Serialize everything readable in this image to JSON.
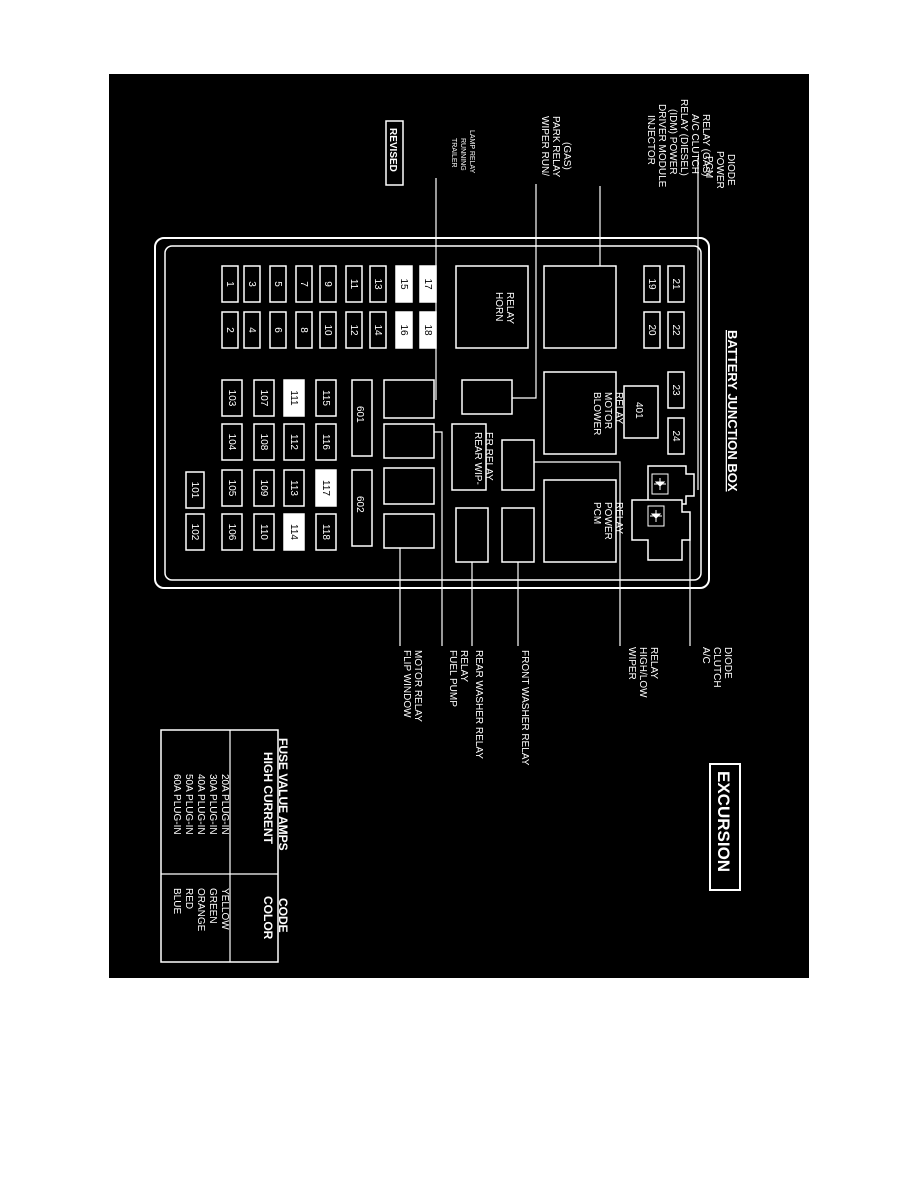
{
  "title": "BATTERY JUNCTION BOX",
  "model": "EXCURSION",
  "revised": "REVISED",
  "colors": {
    "panel": "#000000",
    "line": "#ffffff",
    "fuse_fill": "#000000",
    "fuse_fill_highlight": "#ffffff"
  },
  "fuses_upper": [
    "1",
    "2",
    "3",
    "4",
    "5",
    "6",
    "7",
    "8",
    "9",
    "10",
    "11",
    "12",
    "13",
    "14",
    "15",
    "16",
    "17",
    "18",
    "19",
    "20",
    "21",
    "22",
    "23",
    "24"
  ],
  "fuses_lower": [
    "101",
    "102",
    "103",
    "104",
    "105",
    "106",
    "107",
    "108",
    "109",
    "110",
    "111",
    "112",
    "113",
    "114",
    "115",
    "116",
    "117",
    "118"
  ],
  "highlighted_fuses": [
    "15",
    "16",
    "17",
    "18",
    "111",
    "114",
    "117"
  ],
  "bars": [
    "601",
    "602"
  ],
  "small_block": "401",
  "relays_inside": {
    "horn": "HORN RELAY",
    "blower": "BLOWER MOTOR RELAY",
    "pcm": "PCM POWER RELAY",
    "rear_wiper": "REAR WIP- ER RELAY"
  },
  "callouts_top": [
    "PCM POWER DIODE",
    "INJECTOR DRIVER MODULE (IDM) POWER RELAY (DIESEL) A/C CLUTCH RELAY (GAS)",
    "WIPER RUN/ PARK RELAY (GAS)",
    "TRAILER RUNNING LAMP RELAY"
  ],
  "callouts_bottom": [
    "A/C CLUTCH DIODE",
    "WIPER HIGH/LOW RELAY",
    "FRONT WASHER RELAY",
    "REAR WASHER RELAY",
    "FUEL PUMP RELAY",
    "FLIP WINDOW MOTOR RELAY"
  ],
  "legend": {
    "header_value": "HIGH CURRENT FUSE VALUE AMPS",
    "header_color": "COLOR CODE",
    "rows": [
      {
        "value": "20A PLUG-IN",
        "color": "YELLOW"
      },
      {
        "value": "30A PLUG-IN",
        "color": "GREEN"
      },
      {
        "value": "40A PLUG-IN",
        "color": "ORANGE"
      },
      {
        "value": "50A PLUG-IN",
        "color": "RED"
      },
      {
        "value": "60A PLUG-IN",
        "color": "BLUE"
      }
    ]
  }
}
